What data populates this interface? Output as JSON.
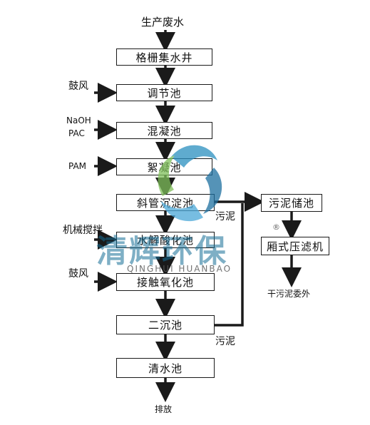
{
  "diagram": {
    "source": "生产废水",
    "steps": [
      "格栅集水井",
      "调节池",
      "混凝池",
      "絮凝池",
      "斜管沉淀池",
      "水解酸化池",
      "接触氧化池",
      "二沉池",
      "清水池"
    ],
    "outlet": "排放",
    "inputs": {
      "blower1": "鼓风",
      "naoh": "NaOH",
      "pac": "PAC",
      "pam": "PAM",
      "stirring": "机械搅拌",
      "blower2": "鼓风"
    },
    "sludge": {
      "storage": "污泥储池",
      "press": "厢式压滤机",
      "disposal": "干污泥委外",
      "label1": "污泥",
      "label2": "污泥"
    }
  },
  "watermark": {
    "text": "清辉环保",
    "subtext": "QINGHUI HUANBAO",
    "reg": "®"
  },
  "colors": {
    "line": "#1a1a1a",
    "watermark": "#1f7aa6"
  }
}
